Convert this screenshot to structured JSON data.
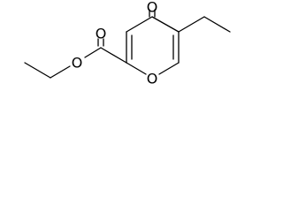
{
  "molecule": {
    "atoms": {
      "ketone_oxygen": "O",
      "ester_carbonyl_oxygen": "O",
      "ester_oxygen": "O",
      "ring_oxygen": "O"
    },
    "colors": {
      "bond": "#000000",
      "label": "#000000",
      "background": "#ffffff"
    }
  }
}
